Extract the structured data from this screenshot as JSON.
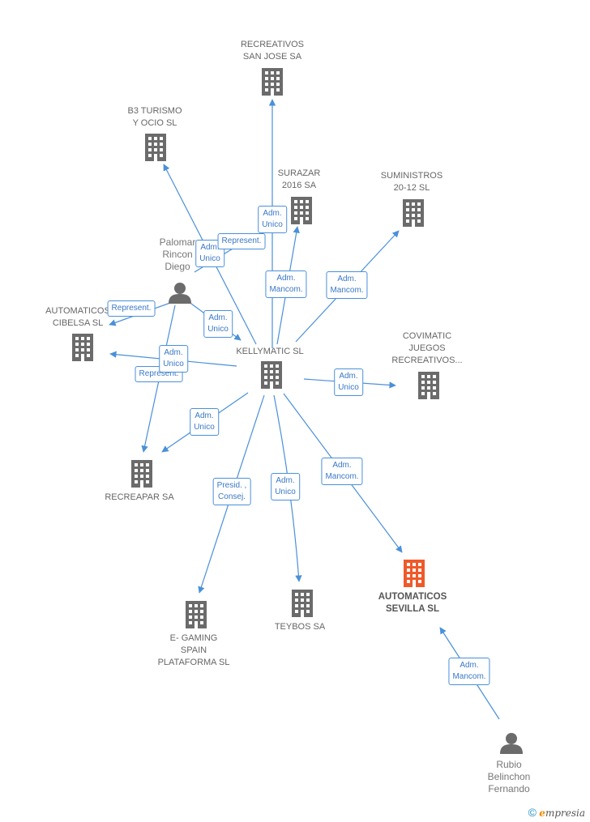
{
  "colors": {
    "edge": "#4a90d9",
    "building": "#6b6b6b",
    "building_highlight": "#ef5a2a",
    "person": "#6b6b6b"
  },
  "nodes": {
    "recreativos_san_jose": {
      "label": "RECREATIVOS\nSAN JOSE SA",
      "icon": "building-icon"
    },
    "b3_turismo": {
      "label": "B3 TURISMO\nY OCIO  SL",
      "icon": "building-icon"
    },
    "surazar": {
      "label": "SURAZAR\n2016 SA",
      "icon": "building-icon"
    },
    "suministros": {
      "label": "SUMINISTROS\n20-12 SL",
      "icon": "building-icon"
    },
    "palomar": {
      "label": "Palomar\nRincon\nDiego",
      "icon": "person-icon"
    },
    "automaticos_cibelsa": {
      "label": "AUTOMATICOS\nCIBELSA SL",
      "icon": "building-icon"
    },
    "kellymatic": {
      "label": "KELLYMATIC  SL",
      "icon": "building-icon"
    },
    "covimatic": {
      "label": "COVIMATIC\nJUEGOS\nRECREATIVOS...",
      "icon": "building-icon"
    },
    "recreapar": {
      "label": "RECREAPAR SA",
      "icon": "building-icon"
    },
    "automaticos_sevilla": {
      "label": "AUTOMATICOS\nSEVILLA SL",
      "icon": "building-icon"
    },
    "e_gaming": {
      "label": "E- GAMING\nSPAIN\nPLATAFORMA SL",
      "icon": "building-icon"
    },
    "teybos": {
      "label": "TEYBOS SA",
      "icon": "building-icon"
    },
    "rubio": {
      "label": "Rubio\nBelinchon\nFernando",
      "icon": "person-icon"
    }
  },
  "edges": {
    "e_sanjose": "Adm.\nUnico",
    "e_b3": "Adm.\nUnico",
    "e_palomar_represent": "Represent.",
    "e_surazar": "Adm.\nMancom.",
    "e_suministros": "Adm.\nMancom.",
    "e_palomar_cibelsa": "Represent.",
    "e_palomar_kelly": "Adm.\nUnico",
    "e_cibelsa": "Adm.\nUnico",
    "e_palomar_recreapar": "Represent.",
    "e_covimatic": "Adm.\nUnico",
    "e_recreapar": "Adm.\nUnico",
    "e_sevilla": "Adm.\nMancom.",
    "e_egaming": "Presid. ,\nConsej.",
    "e_teybos": "Adm.\nUnico",
    "e_rubio": "Adm.\nMancom."
  },
  "brand": {
    "copyright": "©",
    "e": "e",
    "rest": "mpresia"
  }
}
